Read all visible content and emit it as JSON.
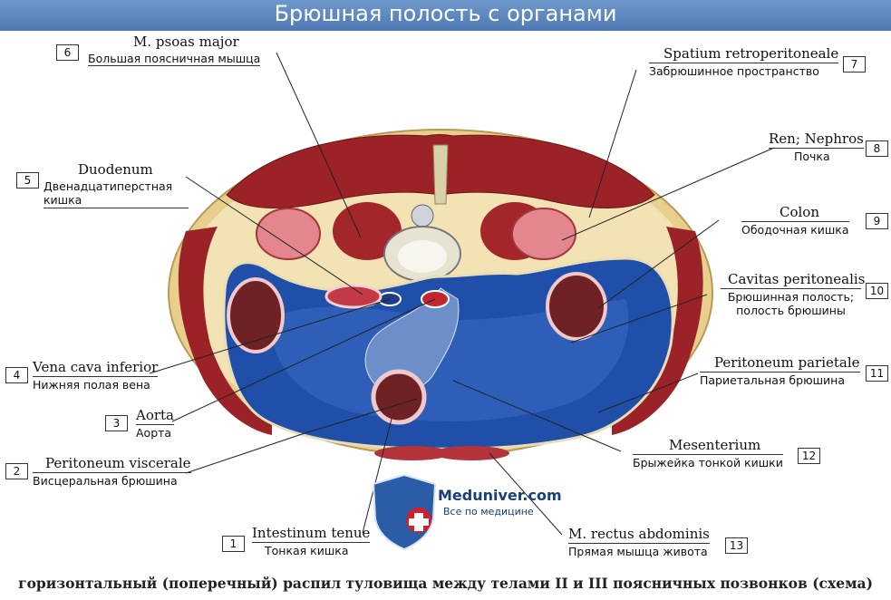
{
  "title": "Брюшная полость с органами",
  "caption": "горизонтальный (поперечный) распил туловища между телами II и III поясничных позвонков (схема)",
  "brand": {
    "name": "Meduniver.com",
    "tagline": "Все по медицине"
  },
  "labels": {
    "l1": {
      "num": "1",
      "latin": "Intestinum tenue",
      "ru": "Тонкая кишка"
    },
    "l2": {
      "num": "2",
      "latin": "Peritoneum viscerale",
      "ru": "Висцеральная брюшина"
    },
    "l3": {
      "num": "3",
      "latin": "Aorta",
      "ru": "Аорта"
    },
    "l4": {
      "num": "4",
      "latin": "Vena cava inferior",
      "ru": "Нижняя полая вена"
    },
    "l5": {
      "num": "5",
      "latin": "Duodenum",
      "ru": "Двенадцатиперстная кишка"
    },
    "l6": {
      "num": "6",
      "latin": "M. psoas major",
      "ru": "Большая поясничная мышца"
    },
    "l7": {
      "num": "7",
      "latin": "Spatium retroperitoneale",
      "ru": "Забрюшинное пространство"
    },
    "l8": {
      "num": "8",
      "latin": "Ren; Nephros",
      "ru": "Почка"
    },
    "l9": {
      "num": "9",
      "latin": "Colon",
      "ru": "Ободочная кишка"
    },
    "l10": {
      "num": "10",
      "latin": "Cavitas peritonealis",
      "ru": "Брюшинная полость; полость брюшины"
    },
    "l11": {
      "num": "11",
      "latin": "Peritoneum parietale",
      "ru": "Париетальная брюшина"
    },
    "l12": {
      "num": "12",
      "latin": "Mesenterium",
      "ru": "Брыжейка тонкой кишки"
    },
    "l13": {
      "num": "13",
      "latin": "M. rectus abdominis",
      "ru": "Прямая мышца живота"
    }
  },
  "colors": {
    "skin": "#f1dda2",
    "muscle": "#9b2226",
    "cavity": "#1f4fa8",
    "cavity_light": "#3a6cc4",
    "fat": "#f6e9c4",
    "kidney": "#e4868d",
    "bone": "#e9e2cc",
    "title_bar": "#5a83bd"
  }
}
